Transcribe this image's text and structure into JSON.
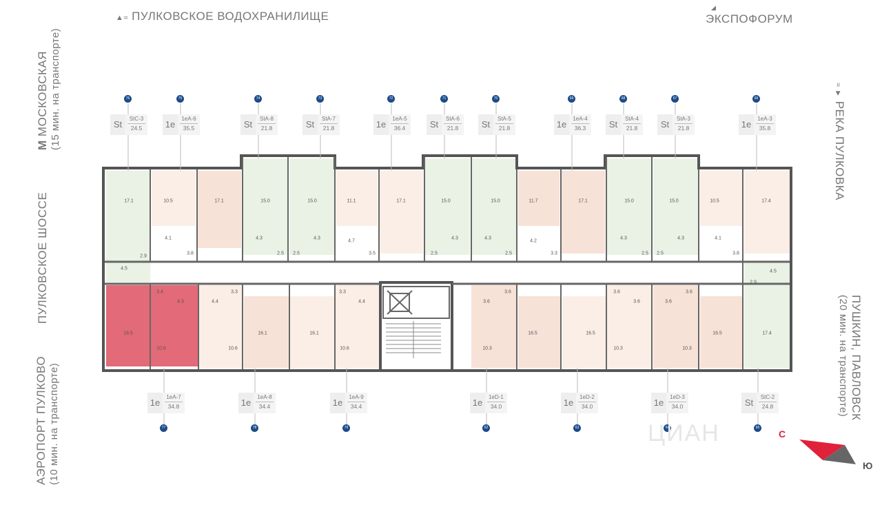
{
  "labels": {
    "top_left": "ПУЛКОВСКОЕ  ВОДОХРАНИЛИЩЕ",
    "top_right": "ЭКСПОФОРУМ",
    "right_top": "РЕКА  ПУЛКОВКА",
    "right_bottom_main": "ПУШКИН, ПАВЛОВСК",
    "right_bottom_sub": "(20 мин. на транспорте)",
    "left_top_main": "МОСКОВСКАЯ",
    "left_top_metro": "М",
    "left_top_sub": "(15 мин. на транспорте)",
    "left_mid": "ПУЛКОВСКОЕ  ШОССЕ",
    "left_bottom_main": "АЭРОПОРТ  ПУЛКОВО",
    "left_bottom_sub": "(10 мин. на транспорте)",
    "watermark": "ЦИАН",
    "compass_north": "С",
    "compass_south": "Ю"
  },
  "top_units": [
    {
      "type": "St",
      "code": "StC-3",
      "area": "24.5",
      "num": "76"
    },
    {
      "type": "1e",
      "code": "1eA-6",
      "area": "35.5",
      "num": "75"
    },
    {
      "type": "St",
      "code": "StA-8",
      "area": "21.8",
      "num": "74"
    },
    {
      "type": "St",
      "code": "StA-7",
      "area": "21.8",
      "num": "73"
    },
    {
      "type": "1e",
      "code": "1eA-5",
      "area": "36.4",
      "num": "72"
    },
    {
      "type": "St",
      "code": "StA-6",
      "area": "21.8",
      "num": "71"
    },
    {
      "type": "St",
      "code": "StA-5",
      "area": "21.8",
      "num": "70"
    },
    {
      "type": "1e",
      "code": "1eA-4",
      "area": "36.3",
      "num": "69"
    },
    {
      "type": "St",
      "code": "StA-4",
      "area": "21.8",
      "num": "68"
    },
    {
      "type": "St",
      "code": "StA-3",
      "area": "21.8",
      "num": "67"
    },
    {
      "type": "1e",
      "code": "1eA-3",
      "area": "35.8",
      "num": "66"
    }
  ],
  "bottom_units": [
    {
      "type": "1e",
      "code": "1eA-7",
      "area": "34.8",
      "num": "77"
    },
    {
      "type": "1e",
      "code": "1eA-8",
      "area": "34.4",
      "num": "78"
    },
    {
      "type": "1e",
      "code": "1eA-9",
      "area": "34.4",
      "num": "79"
    },
    {
      "type": "1e",
      "code": "1eD-1",
      "area": "34.0",
      "num": "62"
    },
    {
      "type": "1e",
      "code": "1eD-2",
      "area": "34.0",
      "num": "63"
    },
    {
      "type": "1e",
      "code": "1eD-3",
      "area": "34.0",
      "num": "64"
    },
    {
      "type": "St",
      "code": "StC-2",
      "area": "24.8",
      "num": "65"
    }
  ],
  "room_areas": [
    "17.1",
    "10.5",
    "17.1",
    "15.0",
    "15.0",
    "11.1",
    "17.1",
    "15.0",
    "15.0",
    "11.7",
    "17.1",
    "15.0",
    "15.0",
    "10.5",
    "17.4",
    "4.1",
    "4.3",
    "4.3",
    "4.7",
    "4.3",
    "4.3",
    "4.2",
    "4.3",
    "4.3",
    "4.1",
    "2.9",
    "4.5",
    "3.8",
    "2.5",
    "2.5",
    "3.5",
    "2.5",
    "2.5",
    "3.3",
    "2.5",
    "2.5",
    "3.8",
    "2.9",
    "4.5",
    "3.4",
    "4.3",
    "4.4",
    "3.3",
    "3.3",
    "4.4",
    "3.6",
    "3.6",
    "3.6",
    "3.6",
    "3.6",
    "3.6",
    "16.5",
    "10.6",
    "10.6",
    "16.1",
    "16.1",
    "10.6",
    "10.3",
    "16.5",
    "16.5",
    "10.3",
    "10.3",
    "16.5",
    "17.4"
  ],
  "colors": {
    "studio": "#e9f2e4",
    "one": "#f7e2d8",
    "one_light": "#fbeee6",
    "highlight": "#e36a78",
    "wall": "#555555",
    "pin": "#1b4b8a",
    "compass": "#e0213a"
  }
}
